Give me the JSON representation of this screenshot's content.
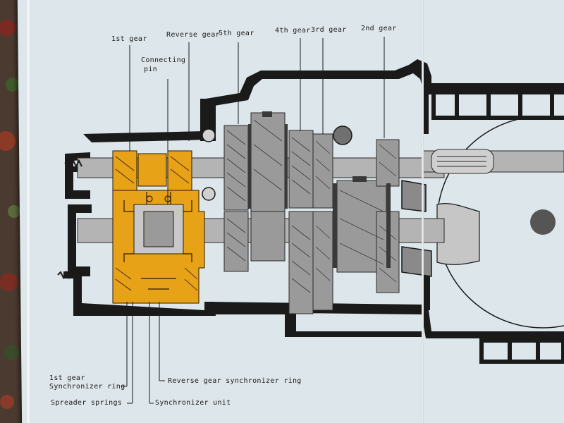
{
  "labels": {
    "first_gear": "1st gear",
    "reverse_gear": "Reverse gear",
    "fifth_gear": "5th gear",
    "fourth_gear": "4th gear",
    "third_gear": "3rd gear",
    "second_gear": "2nd gear",
    "connecting_pin_line1": "Connecting",
    "connecting_pin_line2": "pin",
    "first_sync_line1": "1st gear",
    "first_sync_line2": "Synchronizer ring",
    "spreader_springs": "Spreader springs",
    "reverse_sync_ring": "Reverse gear synchronizer ring",
    "sync_unit": "Synchronizer unit"
  },
  "colors": {
    "paper": "#dde6ea",
    "housing": "#1a1a1a",
    "highlight_gold": "#e8a217",
    "gear_gray": "#9a9a9a",
    "shaft_gray": "#b4b4b4",
    "carpet": "#4a3a30"
  }
}
